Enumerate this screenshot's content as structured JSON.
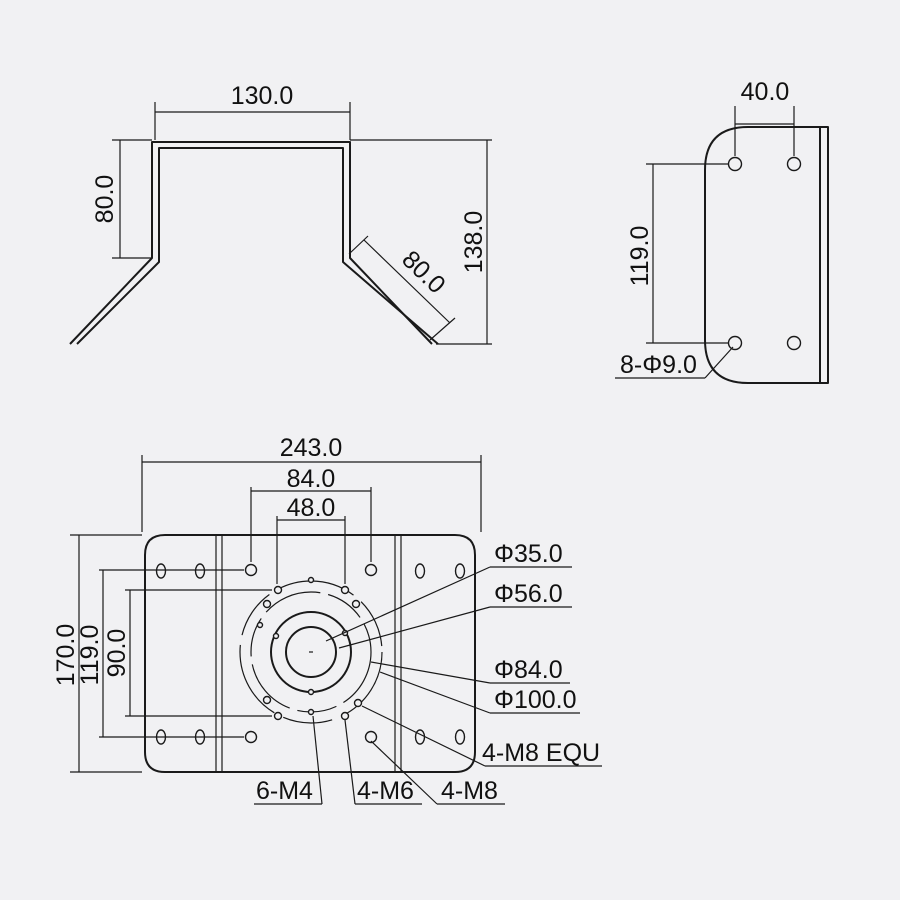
{
  "colors": {
    "background": "#f1f1f3",
    "line": "#1a1a1a"
  },
  "front_view": {
    "top_width": "130.0",
    "left_height": "80.0",
    "total_height": "138.0",
    "slant_length": "80.0"
  },
  "side_view": {
    "hole_spacing": "40.0",
    "vertical_spacing": "119.0",
    "holes": "8-Φ9.0"
  },
  "plan_view": {
    "total_width": "243.0",
    "inner_width": "84.0",
    "center_width": "48.0",
    "total_height": "170.0",
    "mid_height": "119.0",
    "inner_height": "90.0",
    "callouts": {
      "d35": "Φ35.0",
      "d56": "Φ56.0",
      "d84": "Φ84.0",
      "d100": "Φ100.0",
      "m8_equ": "4-M8 EQU",
      "m4": "6-M4",
      "m6": "4-M6",
      "m8": "4-M8"
    }
  }
}
